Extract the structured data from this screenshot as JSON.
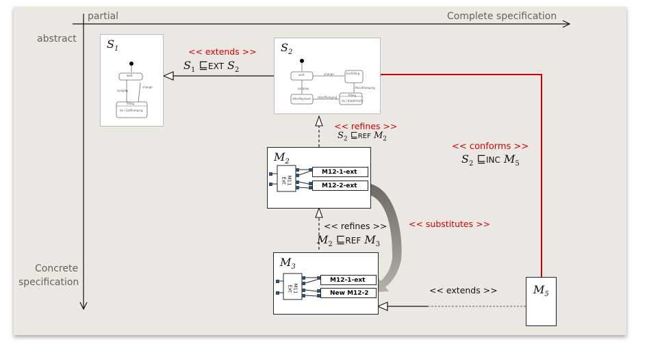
{
  "axes": {
    "top_left": "partial",
    "top_right": "Complete specification",
    "left_top": "abstract",
    "left_bottom_line1": "Concrete",
    "left_bottom_line2": "specification"
  },
  "boxes": {
    "s1": {
      "title": "S",
      "sub": "1"
    },
    "s2": {
      "title": "S",
      "sub": "2"
    },
    "m2": {
      "title": "M",
      "sub": "2"
    },
    "m3": {
      "title": "M",
      "sub": "3"
    },
    "m5": {
      "title": "M",
      "sub": "5"
    }
  },
  "state_machines": {
    "s1": {
      "init": "wait",
      "edge_left": "/preplay",
      "edge_right": "change",
      "filling": "filling",
      "activity": "do / GetPumping"
    },
    "s2": {
      "init": "wait",
      "change": "change",
      "endfilling": "EndFilling",
      "preplay": "/preplay",
      "afterpayment": "afterPayment",
      "startpumping_bottom": "/startPumping",
      "startpumping_right": "/finishPumping",
      "filling": "filling",
      "activity": "do / EdoActivity"
    }
  },
  "components": {
    "m2": {
      "core": "M11",
      "core_sub": "Ext",
      "ports": [
        "M12-1-ext",
        "M12-2-ext"
      ]
    },
    "m3": {
      "core": "M11",
      "core_sub": "Ext",
      "ports": [
        "M12-1-ext",
        "New M12-2"
      ]
    }
  },
  "relations": {
    "extends_top": {
      "stereotype": "<< extends >>",
      "formula": [
        "S",
        "1",
        "⊑",
        "EXT",
        "S",
        "2"
      ]
    },
    "refines_top": {
      "stereotype": "<< refines >>",
      "formula": [
        "S",
        "2",
        "⊑",
        "REF",
        "M",
        "2"
      ]
    },
    "conforms": {
      "stereotype": "<< conforms >>",
      "formula": [
        "S",
        "2",
        "⊑",
        "INC",
        "M",
        "5"
      ]
    },
    "refines_bottom": {
      "stereotype": "<< refines >>",
      "formula": [
        "M",
        "2",
        "⊑",
        "REF",
        "M",
        "3"
      ]
    },
    "substitutes": {
      "stereotype": "<< substitutes >>"
    },
    "extends_bottom": {
      "stereotype": "<< extends >>"
    }
  },
  "colors": {
    "background": "#ebe7e3",
    "relation_red": "#d40000",
    "arc": "#8a8580"
  }
}
